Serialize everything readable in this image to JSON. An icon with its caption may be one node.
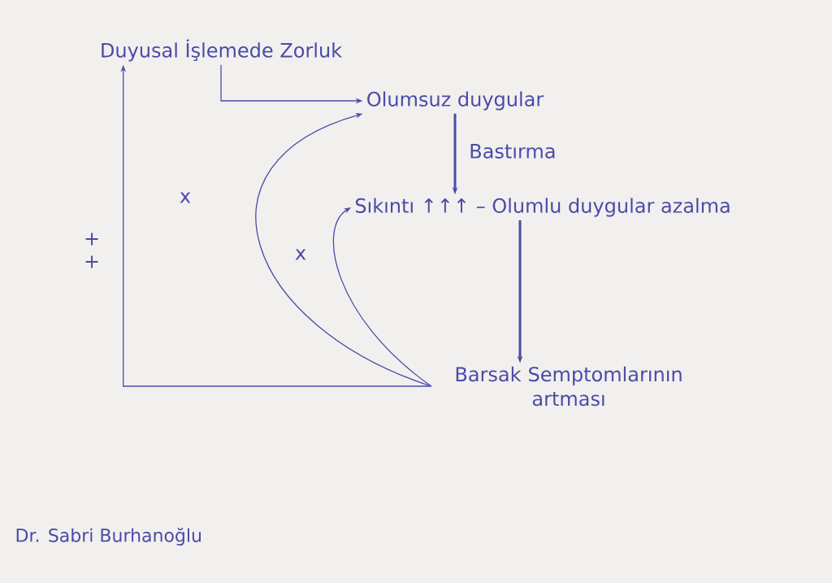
{
  "diagram": {
    "nodes": [
      {
        "text": [
          "Duyusal İşlemede Zorluk"
        ]
      },
      {
        "text": [
          "Olumsuz duygular"
        ]
      },
      {
        "text": [
          "Sıkıntı ↑↑↑ – Olumlu duygular azalma"
        ]
      },
      {
        "text": [
          "Barsak Semptomlarının artması"
        ]
      }
    ],
    "edges": [
      {
        "from": 0,
        "to": 1,
        "arrow": "to"
      },
      {
        "from": 1,
        "to": 2,
        "arrow": "to",
        "label": "Bastırma",
        "style": "thick"
      },
      {
        "from": 2,
        "to": 3,
        "arrow": "to",
        "style": "thick"
      },
      {
        "from": 3,
        "to": 1,
        "arrow": "to",
        "label": "x"
      },
      {
        "from": 3,
        "to": 2,
        "arrow": "to",
        "label": "x"
      },
      {
        "from": 3,
        "to": 0,
        "arrow": "to",
        "label": "+ +"
      }
    ],
    "labels": [
      "Dr. Sabri Burhanoğlu"
    ]
  }
}
